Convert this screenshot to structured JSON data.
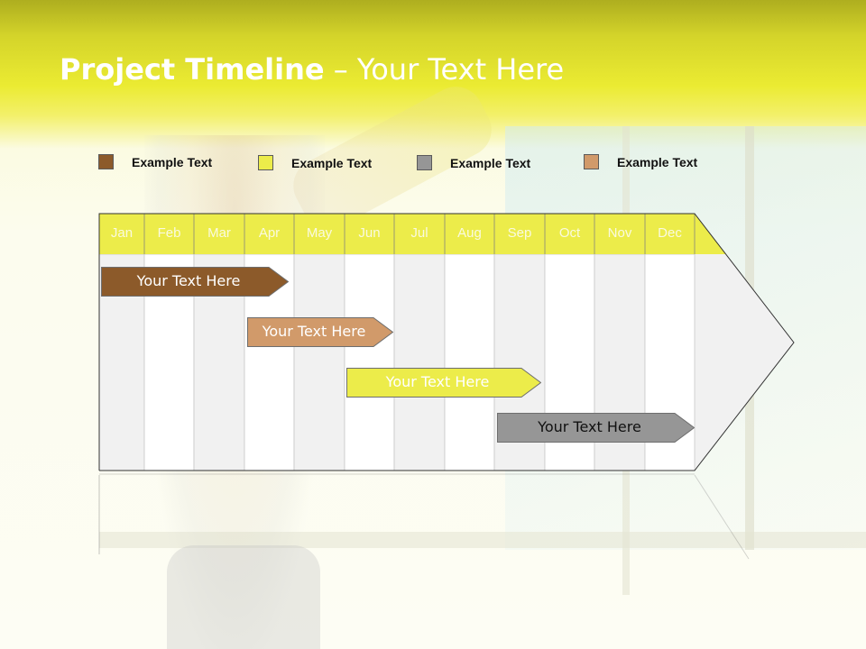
{
  "title": {
    "bold": "Project Timeline",
    "rest": " – Your Text Here"
  },
  "legend": [
    {
      "label": "Example Text",
      "color": "#8c5a2a"
    },
    {
      "label": "Example Text",
      "color": "#ecec4a"
    },
    {
      "label": "Example Text",
      "color": "#969696"
    },
    {
      "label": "Example Text",
      "color": "#d19a6a"
    }
  ],
  "months": [
    "Jan",
    "Feb",
    "Mar",
    "Apr",
    "May",
    "Jun",
    "Jul",
    "Aug",
    "Sep",
    "Oct",
    "Nov",
    "Dec"
  ],
  "colors": {
    "header": "#ecec4a",
    "shaded_column": "#f1f1f1",
    "plain_column": "#ffffff",
    "outline": "#333333"
  },
  "tasks": [
    {
      "label": "Your  Text Here",
      "start_month": "Jan",
      "end_month": "Apr",
      "color": "#8c5a2a"
    },
    {
      "label": "Your  Text Here",
      "start_month": "Apr",
      "end_month": "Jun",
      "color": "#d19a6a"
    },
    {
      "label": "Your  Text Here",
      "start_month": "Jun",
      "end_month": "Sep",
      "color": "#ecec4a"
    },
    {
      "label": "Your  Text Here",
      "start_month": "Sep",
      "end_month": "Dec",
      "color": "#969696"
    }
  ]
}
